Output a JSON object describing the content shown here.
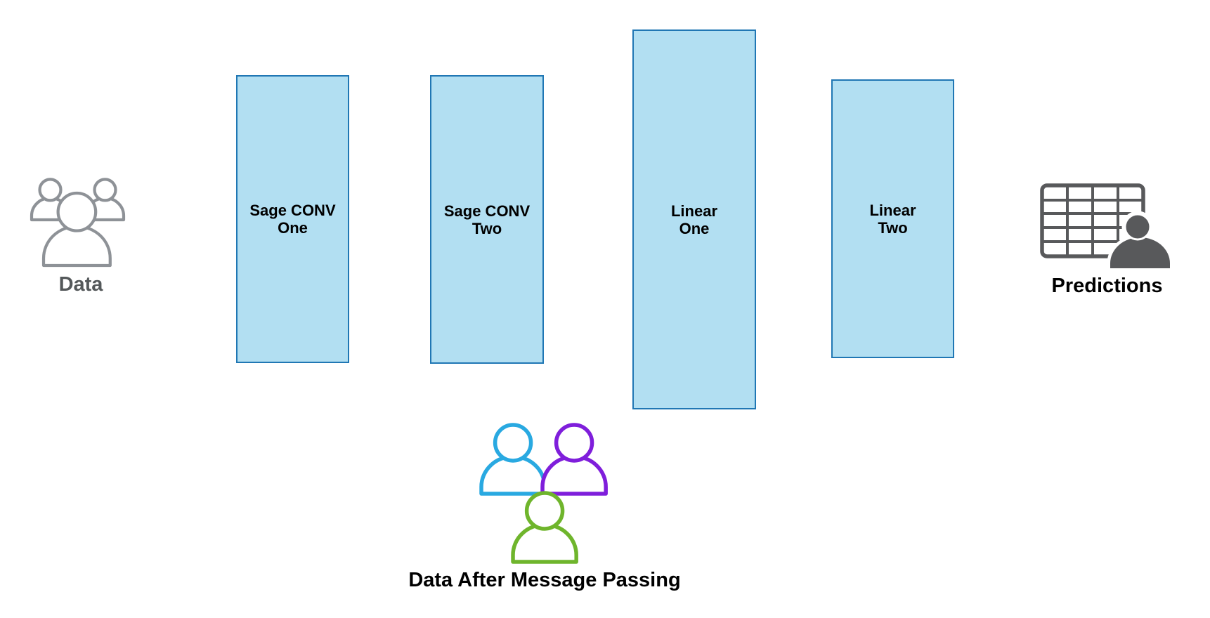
{
  "nodes": {
    "data": {
      "label": "Data",
      "icon": "people-group-outline-icon"
    },
    "layers": [
      {
        "id": "sage-conv-one",
        "label_line1": "Sage CONV",
        "label_line2": "One"
      },
      {
        "id": "sage-conv-two",
        "label_line1": "Sage CONV",
        "label_line2": "Two"
      },
      {
        "id": "linear-one",
        "label_line1": "Linear",
        "label_line2": "One"
      },
      {
        "id": "linear-two",
        "label_line1": "Linear",
        "label_line2": "Two"
      }
    ],
    "message_passing": {
      "label": "Data After Message Passing",
      "icon": "people-group-colored-icon"
    },
    "predictions": {
      "label": "Predictions",
      "icon": "table-user-icon"
    }
  },
  "colors": {
    "box_fill": "#B2DFF2",
    "box_border": "#2077B4",
    "gray_icon": "#8E9297",
    "gray_label": "#54585A",
    "dark_icon": "#58595B",
    "blue_person": "#29A9E1",
    "purple_person": "#7F1EDB",
    "green_person": "#6FB52C",
    "text": "#000000"
  }
}
